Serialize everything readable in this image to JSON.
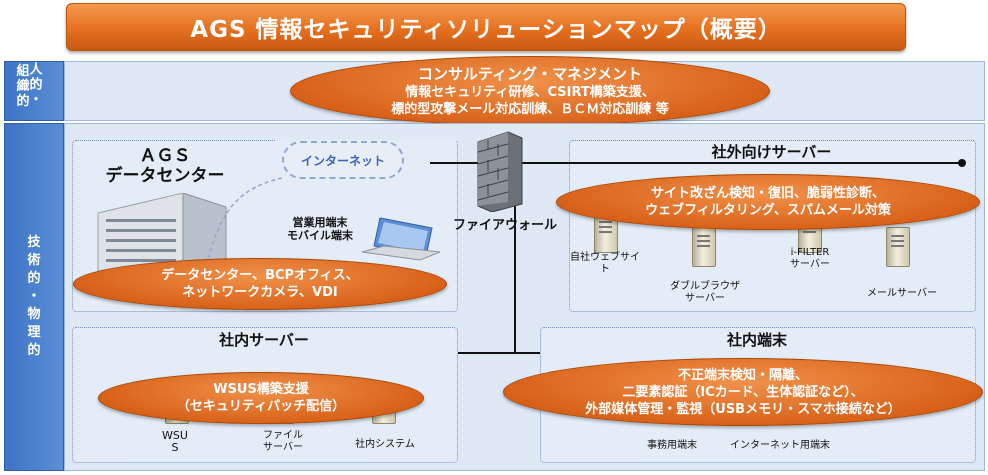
{
  "title": "AGS 情報セキュリティソリューションマップ（概要）",
  "side_labels": {
    "top": [
      "人",
      "的",
      "・",
      "組",
      "織",
      "的"
    ],
    "bottom": [
      "技",
      "術",
      "的",
      "・",
      "物",
      "理",
      "的"
    ]
  },
  "consulting": {
    "heading": "コンサルティング・マネジメント",
    "line1": "情報セキュリティ研修、CSIRT構築支援、",
    "line2": "標的型攻撃メール対応訓練、ＢＣＭ対応訓練 等"
  },
  "datacenter": {
    "heading_line1": "ＡＧＳ",
    "heading_line2": "データセンター",
    "internet": "インターネット",
    "mobile_label_line1": "営業用端末",
    "mobile_label_line2": "モバイル端末",
    "oval_line1": "データセンター、BCPオフィス、",
    "oval_line2": "ネットワークカメラ、VDI"
  },
  "firewall": {
    "label": "ファイアウォール"
  },
  "external_servers": {
    "heading": "社外向けサーバー",
    "oval_line1": "サイト改ざん検知・復旧、脆弱性診断、",
    "oval_line2": "ウェブフィルタリング、スパムメール対策",
    "servers": [
      {
        "label_line1": "自社ウェブサイト",
        "label_line2": ""
      },
      {
        "label_line1": "ダブルブラウザ",
        "label_line2": "サーバー"
      },
      {
        "label_line1": "i-FILTER",
        "label_line2": "サーバー"
      },
      {
        "label_line1": "メールサーバー",
        "label_line2": ""
      }
    ]
  },
  "internal_servers": {
    "heading": "社内サーバー",
    "oval_line1": "WSUS構築支援",
    "oval_line2": "（セキュリティパッチ配信）",
    "servers": [
      {
        "label_line1": "WSU",
        "label_line2": "S"
      },
      {
        "label_line1": "ファイル",
        "label_line2": "サーバー"
      },
      {
        "label_line1": "社内システム",
        "label_line2": ""
      }
    ]
  },
  "internal_terminals": {
    "heading": "社内端末",
    "oval_line1": "不正端末検知・隔離、",
    "oval_line2": "二要素認証（ICカード、生体認証など）、",
    "oval_line3": "外部媒体管理・監視（USBメモリ・スマホ接続など）",
    "labels": [
      "事務用端末",
      "インターネット用端末"
    ]
  }
}
